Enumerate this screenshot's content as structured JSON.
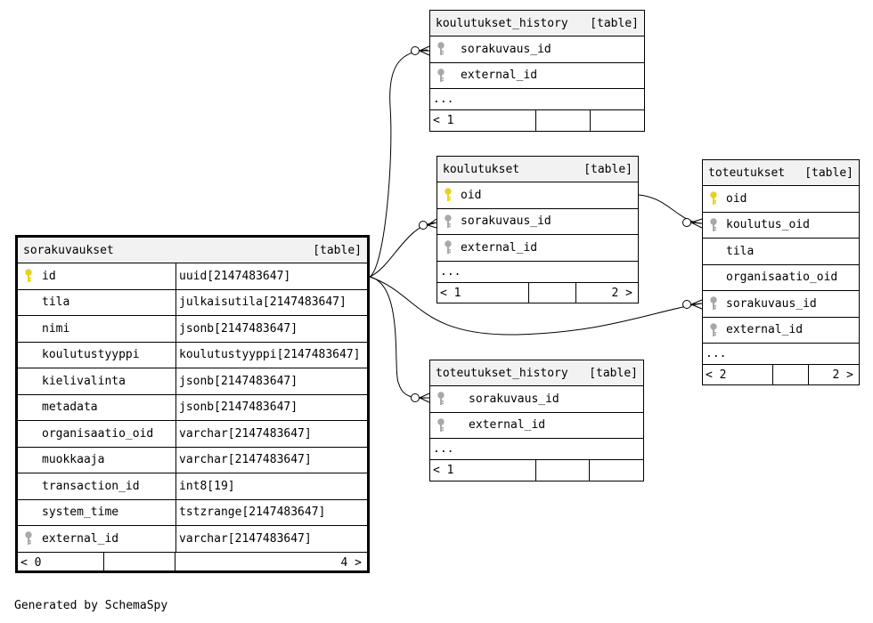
{
  "footer_text": "Generated by SchemaSpy",
  "tables": {
    "sorakuvaukset": {
      "name": "sorakuvaukset",
      "kind": "[table]",
      "columns": [
        {
          "name": "id",
          "type": "uuid[2147483647]",
          "key": "primary"
        },
        {
          "name": "tila",
          "type": "julkaisutila[2147483647]",
          "key": ""
        },
        {
          "name": "nimi",
          "type": "jsonb[2147483647]",
          "key": ""
        },
        {
          "name": "koulutustyyppi",
          "type": "koulutustyyppi[2147483647]",
          "key": ""
        },
        {
          "name": "kielivalinta",
          "type": "jsonb[2147483647]",
          "key": ""
        },
        {
          "name": "metadata",
          "type": "jsonb[2147483647]",
          "key": ""
        },
        {
          "name": "organisaatio_oid",
          "type": "varchar[2147483647]",
          "key": ""
        },
        {
          "name": "muokkaaja",
          "type": "varchar[2147483647]",
          "key": ""
        },
        {
          "name": "transaction_id",
          "type": "int8[19]",
          "key": ""
        },
        {
          "name": "system_time",
          "type": "tstzrange[2147483647]",
          "key": ""
        },
        {
          "name": "external_id",
          "type": "varchar[2147483647]",
          "key": "foreign"
        }
      ],
      "footer_left": "< 0",
      "footer_right": "4 >"
    },
    "koulutukset_history": {
      "name": "koulutukset_history",
      "kind": "[table]",
      "columns": [
        {
          "name": "sorakuvaus_id",
          "key": "foreign"
        },
        {
          "name": "external_id",
          "key": "foreign"
        }
      ],
      "ellipsis": "...",
      "footer_left": "< 1",
      "footer_right": ""
    },
    "koulutukset": {
      "name": "koulutukset",
      "kind": "[table]",
      "columns": [
        {
          "name": "oid",
          "key": "primary"
        },
        {
          "name": "sorakuvaus_id",
          "key": "foreign"
        },
        {
          "name": "external_id",
          "key": "foreign"
        }
      ],
      "ellipsis": "...",
      "footer_left": "< 1",
      "footer_right": "2 >"
    },
    "toteutukset": {
      "name": "toteutukset",
      "kind": "[table]",
      "columns": [
        {
          "name": "oid",
          "key": "primary"
        },
        {
          "name": "koulutus_oid",
          "key": "foreign"
        },
        {
          "name": "tila",
          "key": ""
        },
        {
          "name": "organisaatio_oid",
          "key": ""
        },
        {
          "name": "sorakuvaus_id",
          "key": "foreign"
        },
        {
          "name": "external_id",
          "key": "foreign"
        }
      ],
      "ellipsis": "...",
      "footer_left": "< 2",
      "footer_right": "2 >"
    },
    "toteutukset_history": {
      "name": "toteutukset_history",
      "kind": "[table]",
      "columns": [
        {
          "name": "sorakuvaus_id",
          "key": "foreign"
        },
        {
          "name": "external_id",
          "key": "foreign"
        }
      ],
      "ellipsis": "...",
      "footer_left": "< 1",
      "footer_right": ""
    }
  },
  "colors": {
    "primary_key": "#e8d21a",
    "foreign_key": "#a8a8a8",
    "header_bg": "#f2f2f2",
    "line": "#000000"
  }
}
